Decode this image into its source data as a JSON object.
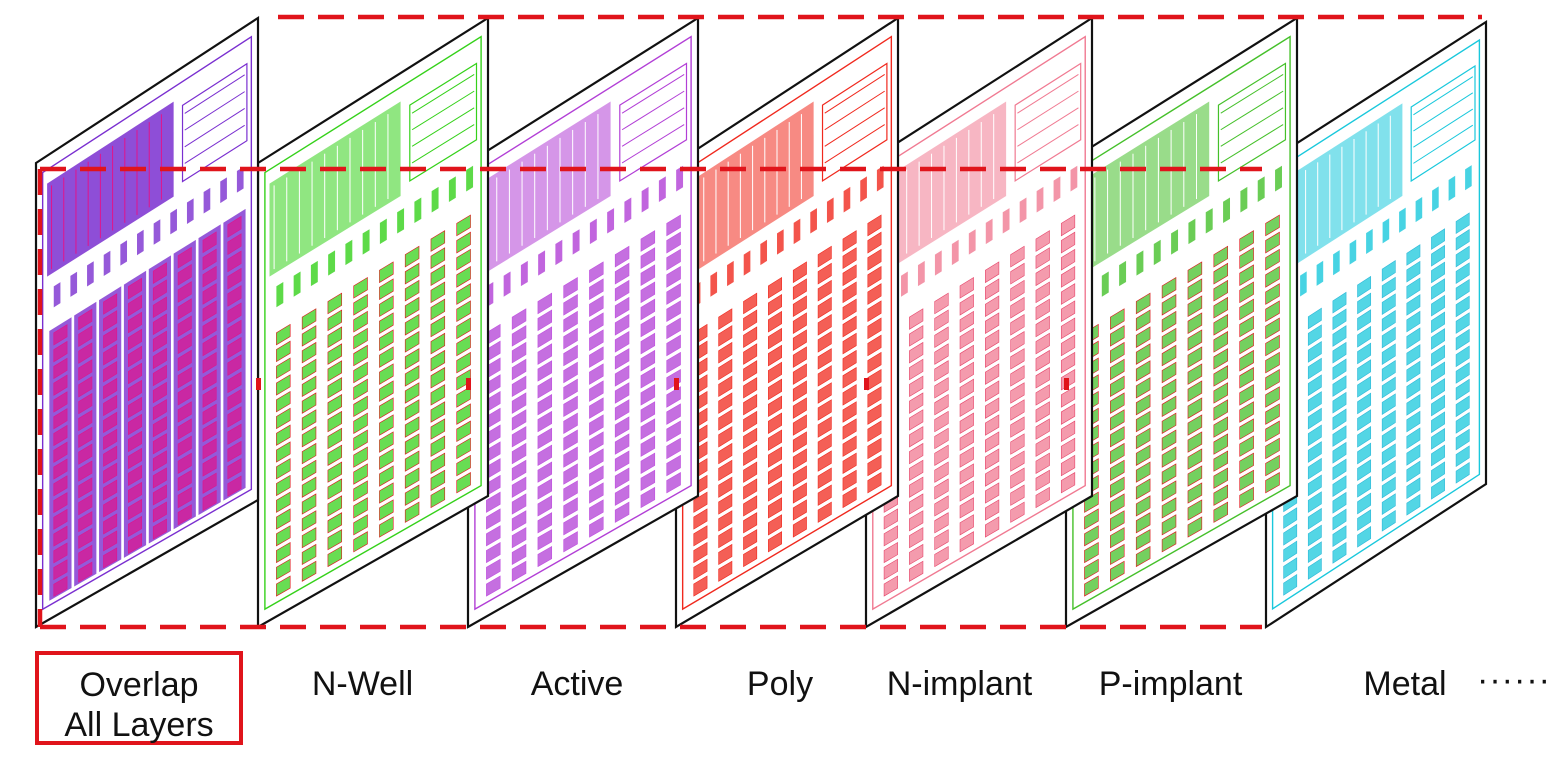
{
  "colors": {
    "highlight_red": "#e0141b",
    "outline": "#111111"
  },
  "layers": [
    {
      "id": "overlap",
      "label_line1": "Overlap",
      "label_line2": "All Layers",
      "color": "#7a2fd0",
      "accent": "#e0148c",
      "highlighted": true
    },
    {
      "id": "nwell",
      "label": "N-Well",
      "color": "#35d11a",
      "accent": "#e0141b"
    },
    {
      "id": "active",
      "label": "Active",
      "color": "#b23fd6",
      "accent": "#c050e0"
    },
    {
      "id": "poly",
      "label": "Poly",
      "color": "#f0291e",
      "accent": "#f0291e"
    },
    {
      "id": "nimplant",
      "label": "N-implant",
      "color": "#f07a92",
      "accent": "#e6456a"
    },
    {
      "id": "pimplant",
      "label": "P-implant",
      "color": "#45c02a",
      "accent": "#e0141b"
    },
    {
      "id": "metal",
      "label": "Metal",
      "color": "#19c8dc",
      "accent": "#2fb8d8"
    }
  ],
  "continuation": "······"
}
